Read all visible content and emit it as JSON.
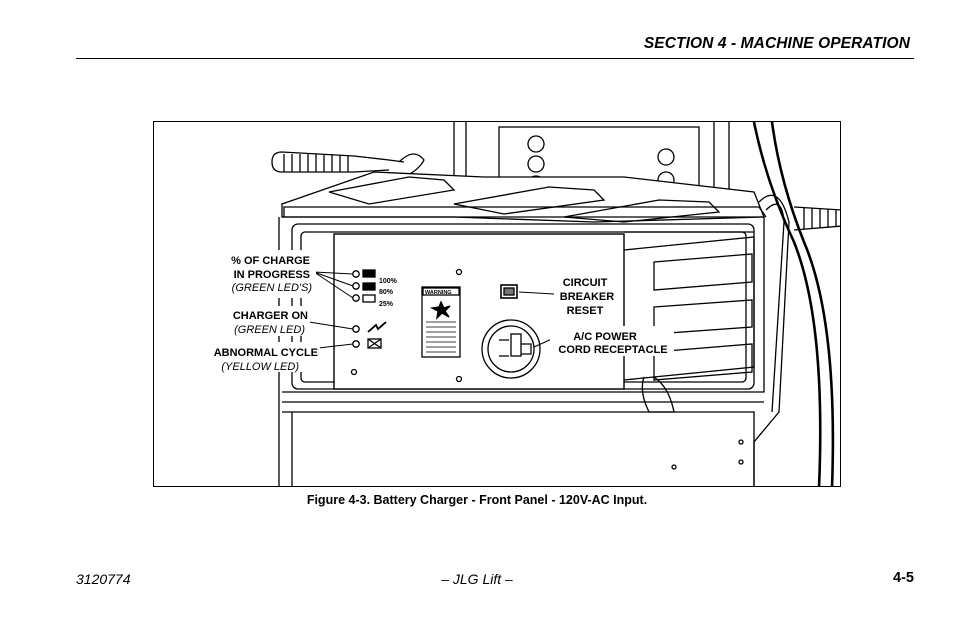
{
  "header": {
    "section_title": "SECTION 4 - MACHINE OPERATION"
  },
  "figure": {
    "labels": {
      "charge_line1": "% OF CHARGE",
      "charge_line2": "IN PROGRESS",
      "charge_line3": "(GREEN LED'S)",
      "charger_on_line1": "CHARGER ON",
      "charger_on_line2": "(GREEN LED)",
      "abnormal_line1": "ABNORMAL CYCLE",
      "abnormal_line2": "(YELLOW LED)",
      "breaker_line1": "CIRCUIT",
      "breaker_line2": "BREAKER",
      "breaker_line3": "RESET",
      "receptacle_line1": "A/C POWER",
      "receptacle_line2": "CORD RECEPTACLE"
    },
    "panel_text": {
      "pct_100": "100%",
      "pct_80": "80%",
      "pct_25": "25%",
      "warning": "WARNING"
    },
    "caption": "Figure 4-3. Battery Charger - Front Panel - 120V-AC Input."
  },
  "footer": {
    "doc_number": "3120774",
    "center": "– JLG Lift –",
    "page": "4-5"
  }
}
